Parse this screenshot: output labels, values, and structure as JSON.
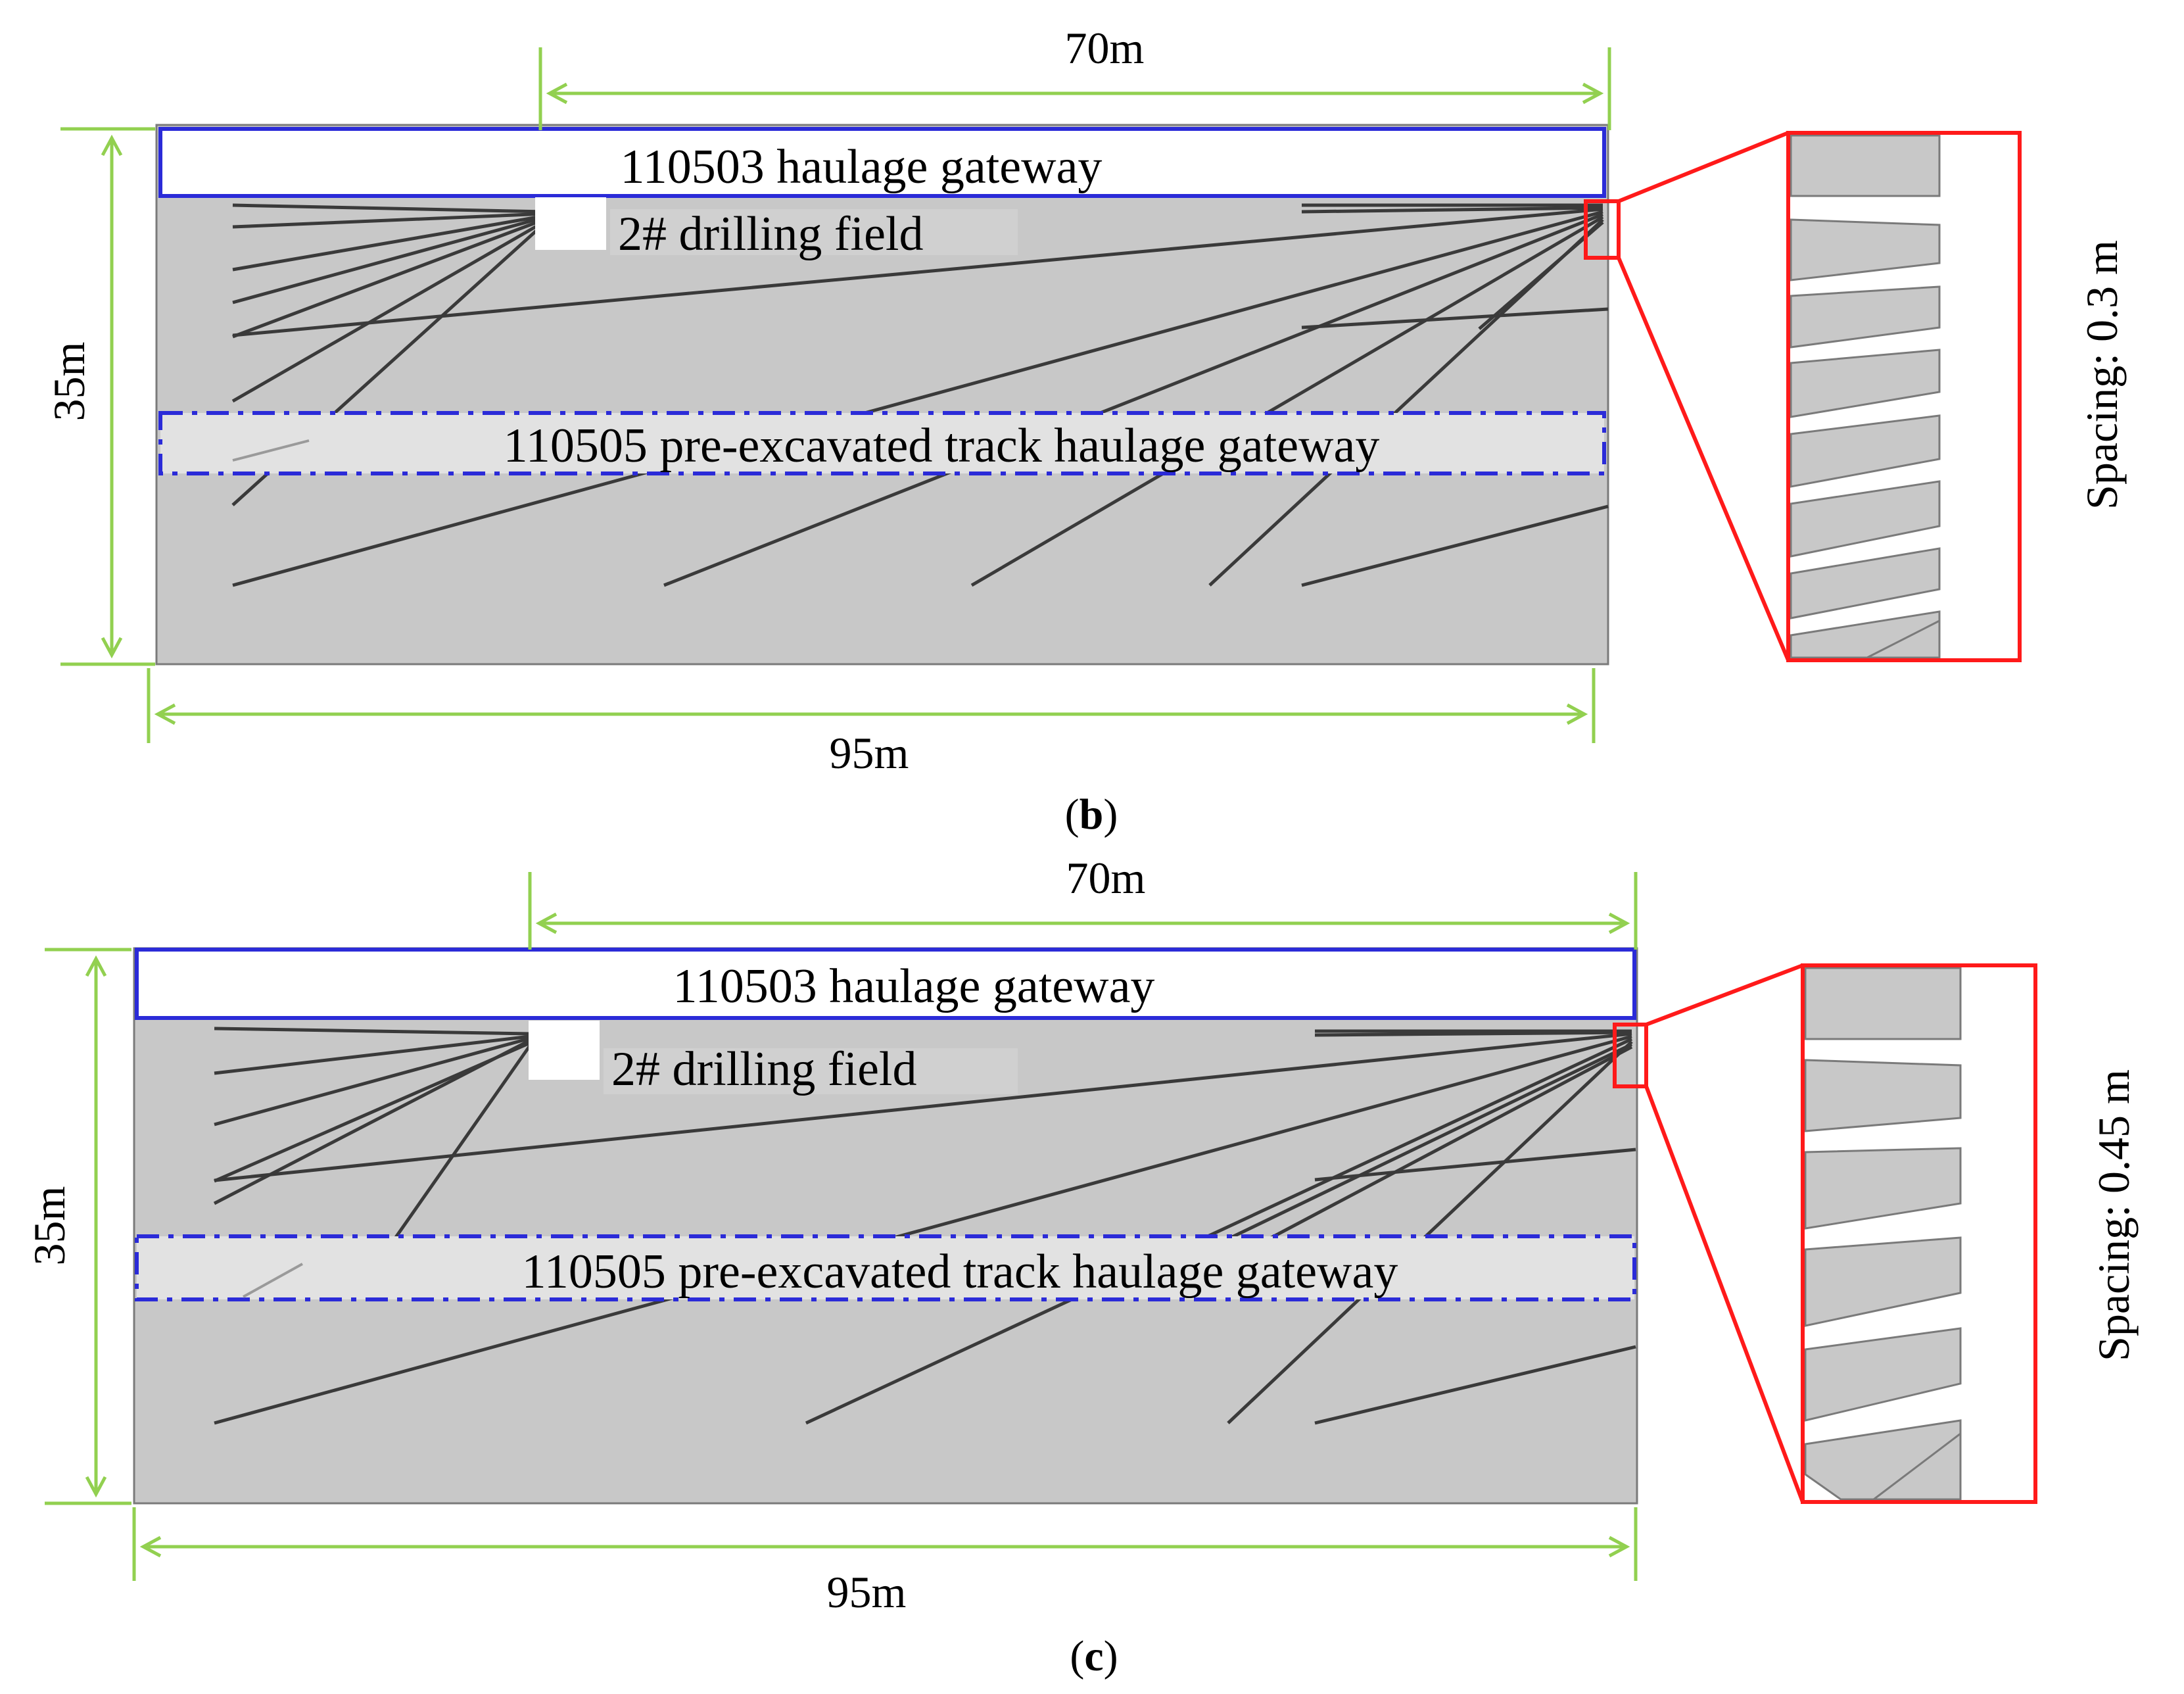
{
  "panels": [
    {
      "id": "b",
      "label": "b",
      "caption_open": "(",
      "caption_close": ")",
      "dims": {
        "top": "70m",
        "bottom": "95m",
        "left": "35m"
      },
      "gateway_top": "110503 haulage  gateway",
      "drilling_field": "2# drilling field",
      "gateway_lower": "110505 pre-excavated track haulage gateway",
      "spacing": "Spacing: 0.3 m"
    },
    {
      "id": "c",
      "label": "c",
      "caption_open": "(",
      "caption_close": ")",
      "dims": {
        "top": "70m",
        "bottom": "95m",
        "left": "35m"
      },
      "gateway_top": "110503 haulage  gateway",
      "drilling_field": "2# drilling field",
      "gateway_lower": "110505 pre-excavated track haulage gateway",
      "spacing": "Spacing: 0.45 m"
    }
  ],
  "colors": {
    "rock": "#c8c8c8",
    "dimension": "#92d050",
    "gateway_border": "#2b2bd8",
    "zoom": "#ff1a1a",
    "borehole": "#3a3a3a"
  }
}
